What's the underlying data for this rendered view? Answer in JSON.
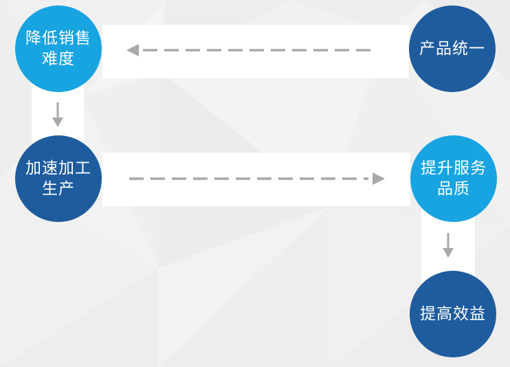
{
  "diagram": {
    "nodes": {
      "reduce_sales_difficulty": {
        "line1": "降低销售",
        "line2": "难度"
      },
      "product_unification": {
        "line1": "产品统一"
      },
      "accelerate_production": {
        "line1": "加速加工",
        "line2": "生产"
      },
      "improve_service_quality": {
        "line1": "提升服务",
        "line2": "品质"
      },
      "increase_benefit": {
        "line1": "提高效益"
      }
    },
    "icons": {
      "dashed_arrow_left": "dashed-arrow-left-icon",
      "dashed_arrow_right": "dashed-arrow-right-icon",
      "down_arrow": "down-arrow-icon"
    },
    "colors": {
      "cyan_circle": "#18A3E1",
      "dark_blue_circle": "#1E5C9D",
      "arrow_gray": "#A8A8A8",
      "connector_band": "#FFFFFF",
      "background": "#E9E9E9"
    }
  }
}
